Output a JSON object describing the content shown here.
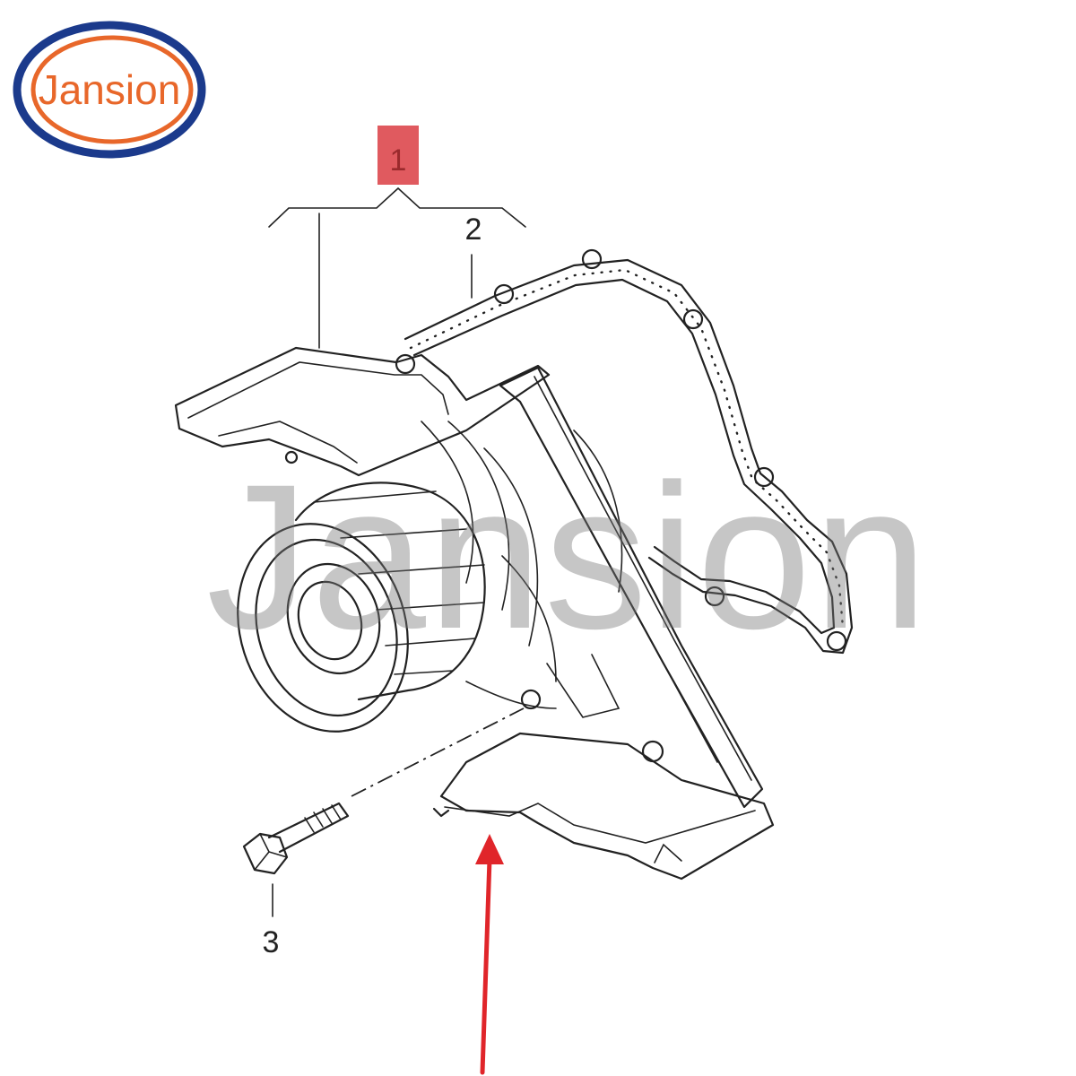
{
  "logo": {
    "text": "Jansion",
    "ring_outer_color": "#1b3a8c",
    "ring_inner_color": "#e8672a",
    "text_color": "#e8672a"
  },
  "watermark": {
    "text": "Jansion"
  },
  "callouts": {
    "assembly": "1",
    "gasket": "2",
    "bolt": "3"
  },
  "colors": {
    "highlight_box": "#e05a5f",
    "pointer_arrow": "#e0252a",
    "line_art": "#222222"
  }
}
